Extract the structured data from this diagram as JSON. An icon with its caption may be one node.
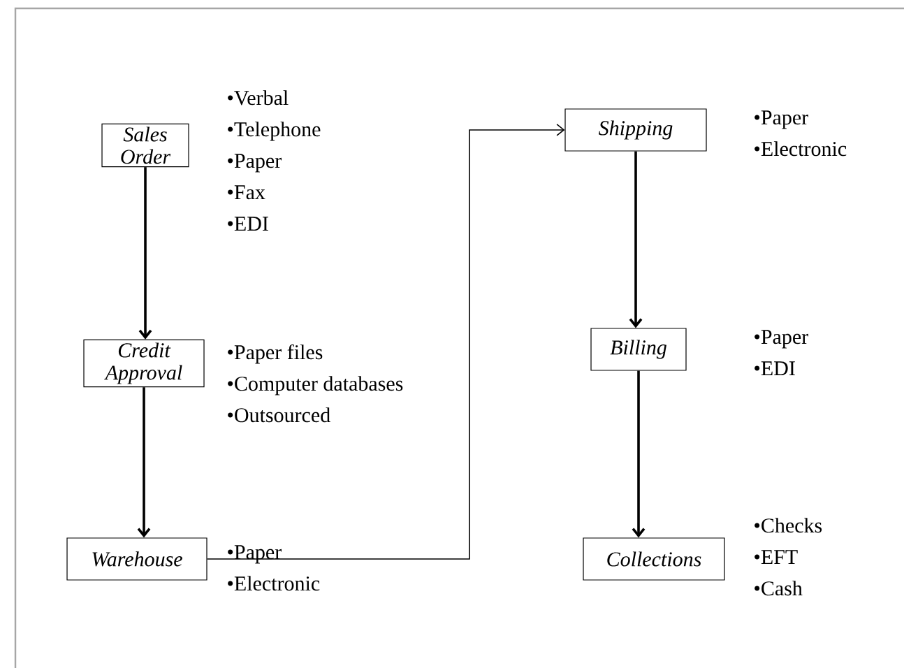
{
  "diagram": {
    "nodes": [
      {
        "text": [
          "Sales Order"
        ],
        "beside": [
          "•Verbal",
          "•Telephone",
          "•Paper",
          "•Fax",
          "•EDI"
        ]
      },
      {
        "text": [
          "Credit Approval"
        ],
        "beside": [
          "•Paper files",
          "•Computer databases",
          "•Outsourced"
        ]
      },
      {
        "text": [
          "Warehouse"
        ],
        "beside": [
          "•Paper",
          "•Electronic"
        ]
      },
      {
        "text": [
          "Shipping"
        ],
        "beside": [
          "•Paper",
          "•Electronic"
        ]
      },
      {
        "text": [
          "Billing"
        ],
        "beside": [
          "•Paper",
          "•EDI"
        ]
      },
      {
        "text": [
          "Collections"
        ],
        "beside": [
          "•Checks",
          "•EFT",
          "•Cash"
        ]
      }
    ],
    "edges": [
      {
        "from": 0,
        "to": 1,
        "arrow": "to"
      },
      {
        "from": 1,
        "to": 2,
        "arrow": "to"
      },
      {
        "from": 2,
        "to": 3,
        "arrow": "to"
      },
      {
        "from": 3,
        "to": 4,
        "arrow": "to"
      },
      {
        "from": 4,
        "to": 5,
        "arrow": "to"
      }
    ]
  }
}
